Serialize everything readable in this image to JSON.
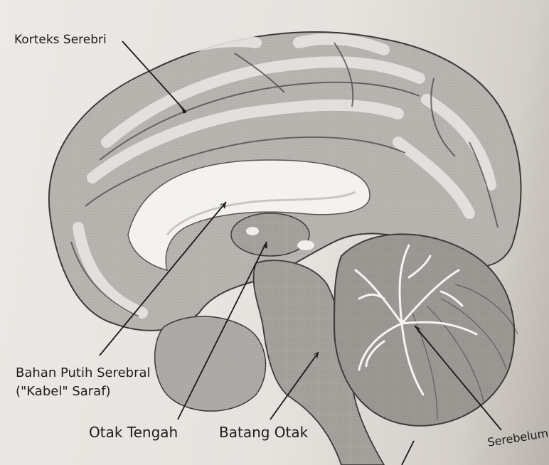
{
  "labels": {
    "korteks_serebri": "Korteks Serebri",
    "bahan_putih_line1": "Bahan Putih Serebral",
    "bahan_putih_line2": "(\"Kabel\" Saraf)",
    "otak_tengah": "Otak Tengah",
    "batang_otak": "Batang Otak",
    "serebelum": "Serebelum"
  },
  "colors": {
    "paper": "#ece9e6",
    "brain_fill": "#b6b2ae",
    "gyrus_highlight": "#e4e1de",
    "white_matter": "#f3f2f0",
    "ink": "#1c1c1c"
  }
}
